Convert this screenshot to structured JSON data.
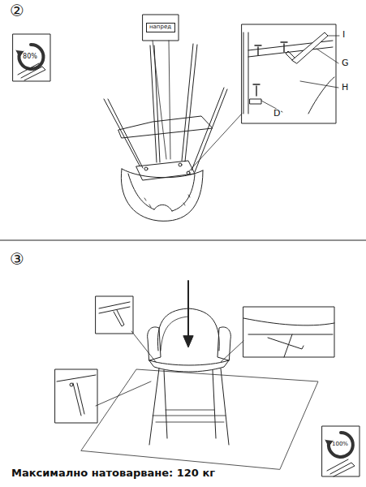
{
  "diagram": {
    "nodes": [
      {
        "text": [
          "напред"
        ]
      }
    ],
    "labels": [
      "②",
      "80%",
      "I",
      "G",
      "H",
      "D",
      "③",
      "100%",
      "Максимално натоварване: 120 кг"
    ]
  }
}
